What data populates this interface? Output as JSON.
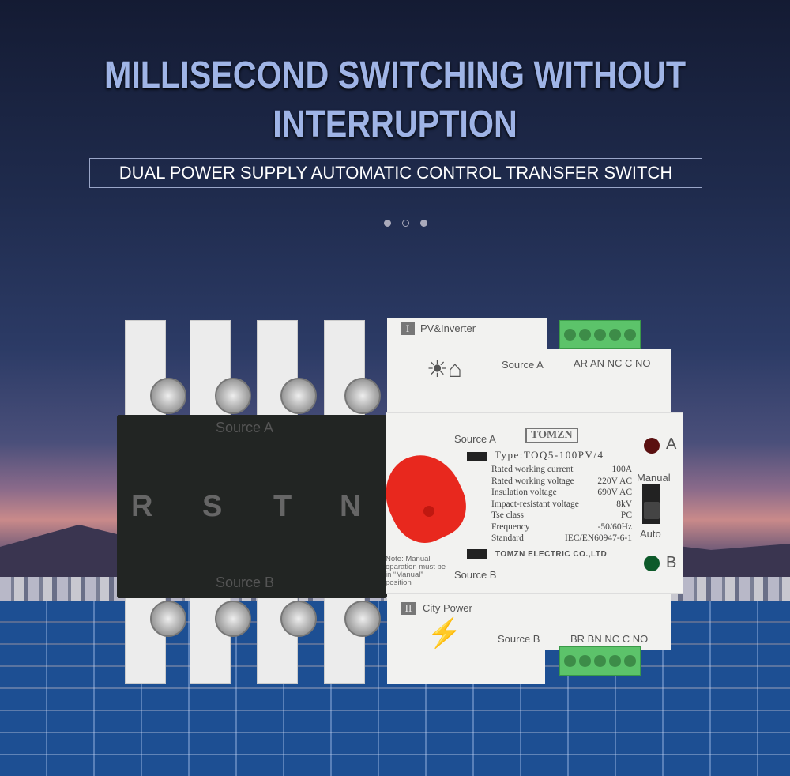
{
  "headline": {
    "line1": "MILLISECOND SWITCHING WITHOUT",
    "line2": "INTERRUPTION"
  },
  "subtitle": "DUAL POWER SUPPLY AUTOMATIC CONTROL TRANSFER SWITCH",
  "carousel": {
    "count": 3,
    "active": 1
  },
  "device": {
    "cover_top": "Source A",
    "cover_bottom": "Source B",
    "phases": [
      "R",
      "S",
      "T",
      "N"
    ],
    "top_module": {
      "numeral": "I",
      "name": "PV&Inverter",
      "source": "Source A",
      "terminals": "AR AN NC C NO"
    },
    "bottom_module": {
      "numeral": "II",
      "name": "City Power",
      "source": "Source B",
      "terminals": "BR BN NC C NO"
    },
    "brand": "TOMZN",
    "type": "Type:TOQ5-100PV/4",
    "specs": [
      [
        "Rated working current",
        "100A"
      ],
      [
        "Rated working voltage",
        "220V AC"
      ],
      [
        "Insulation voltage",
        "690V AC"
      ],
      [
        "Impact-resistant voltage",
        "8kV"
      ],
      [
        "Tse class",
        "PC"
      ],
      [
        "Frequency",
        "-50/60Hz"
      ],
      [
        "Standard",
        "IEC/EN60947-6-1"
      ]
    ],
    "maker": "TOMZN ELECTRIC CO.,LTD",
    "window_a": "Source A",
    "window_b": "Source B",
    "note": "Note: Manual oparation must be in “Manual” position",
    "led_a": "A",
    "led_b": "B",
    "mode_manual": "Manual",
    "mode_auto": "Auto",
    "colors": {
      "handle": "#e8281e",
      "led_a": "#5a1010",
      "led_b": "#0d5a2a",
      "terminal": "#5cc36a"
    }
  }
}
